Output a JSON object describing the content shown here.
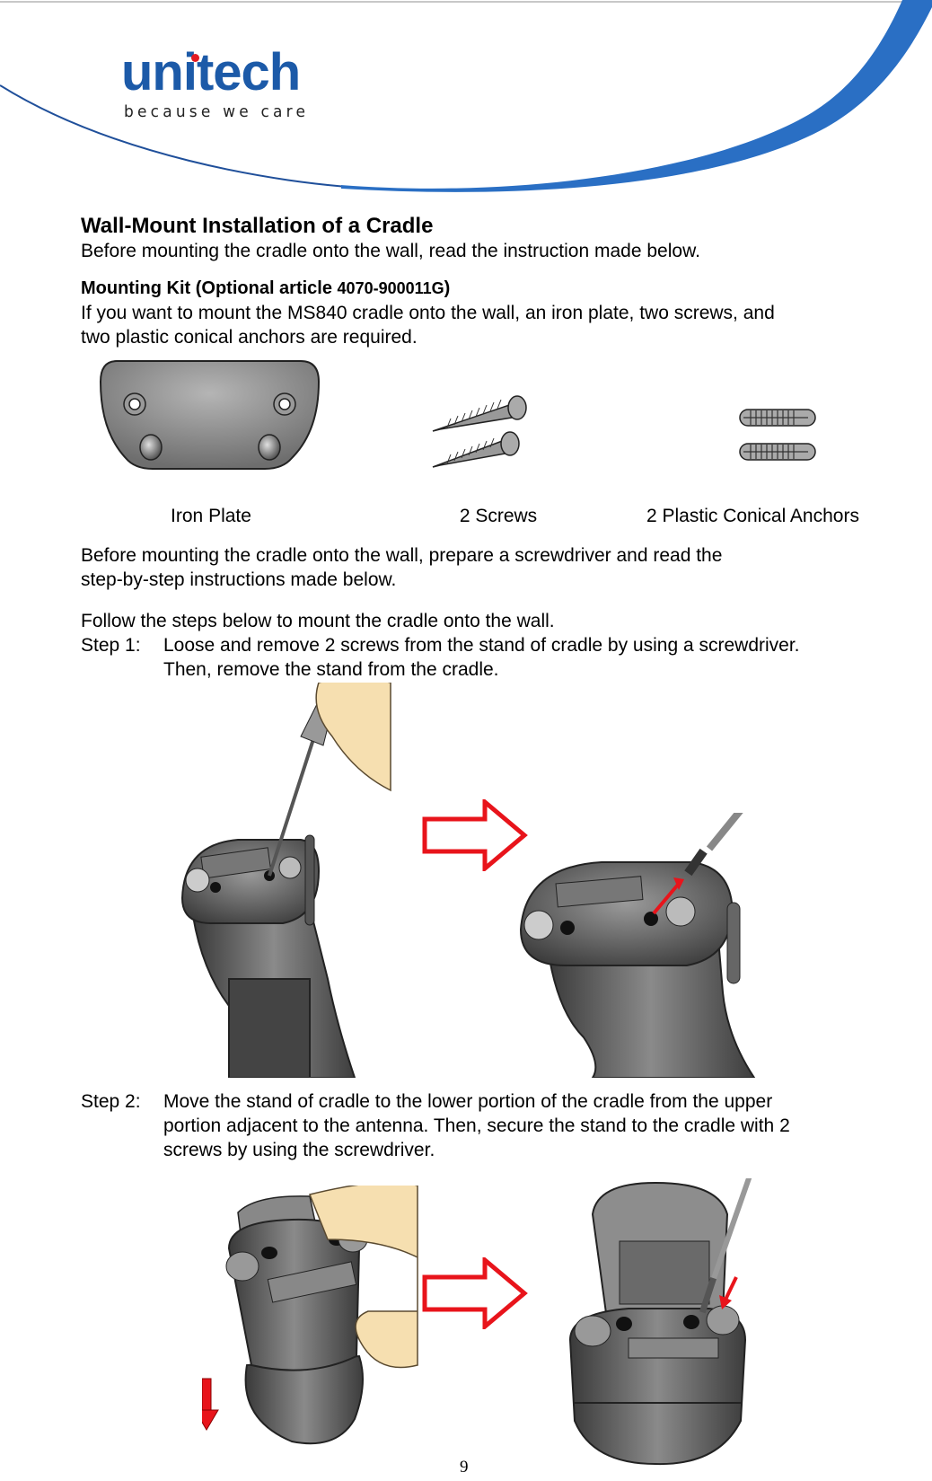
{
  "header": {
    "brand": "unitech",
    "tagline": "because we care",
    "brand_color": "#1c5aa8",
    "dot_color": "#e31b23",
    "swoosh_color": "#2a6fc4"
  },
  "section": {
    "title": "Wall-Mount Installation of a Cradle",
    "intro": "Before mounting the cradle onto the wall, read the instruction made below."
  },
  "kit": {
    "title_prefix": "Mounting Kit (Optional article ",
    "article_number": "4070-900011G",
    "title_suffix": ")",
    "description_line1": "If you want to mount the MS840 cradle onto the wall, an iron plate, two screws, and",
    "description_line2": "two plastic conical anchors are required.",
    "items": [
      {
        "label": "Iron Plate",
        "icon": "iron-plate-icon"
      },
      {
        "label": "2 Screws",
        "icon": "screws-icon"
      },
      {
        "label": "2 Plastic Conical Anchors",
        "icon": "anchors-icon"
      }
    ]
  },
  "prep": {
    "line1": "Before mounting the cradle onto the wall, prepare a screwdriver and read the",
    "line2": "step-by-step instructions made below."
  },
  "steps_intro": "Follow the steps below to mount the cradle onto the wall.",
  "steps": [
    {
      "label": "Step 1:",
      "line1": "Loose and remove 2 screws from the stand of cradle by using a screwdriver.",
      "line2": "Then, remove the stand from the cradle.",
      "figures": [
        "cradle-screwdriver-removal-figure",
        "cradle-screw-removed-figure"
      ]
    },
    {
      "label": "Step 2:",
      "line1": "Move the stand of cradle to the lower portion of the cradle from the upper",
      "line2": "portion adjacent to the antenna. Then, secure the stand to the cradle with 2",
      "line3": "screws by using the screwdriver.",
      "figures": [
        "stand-move-down-figure",
        "stand-secured-figure"
      ]
    }
  ],
  "arrow_color": "#e8141b",
  "page_number": "9"
}
